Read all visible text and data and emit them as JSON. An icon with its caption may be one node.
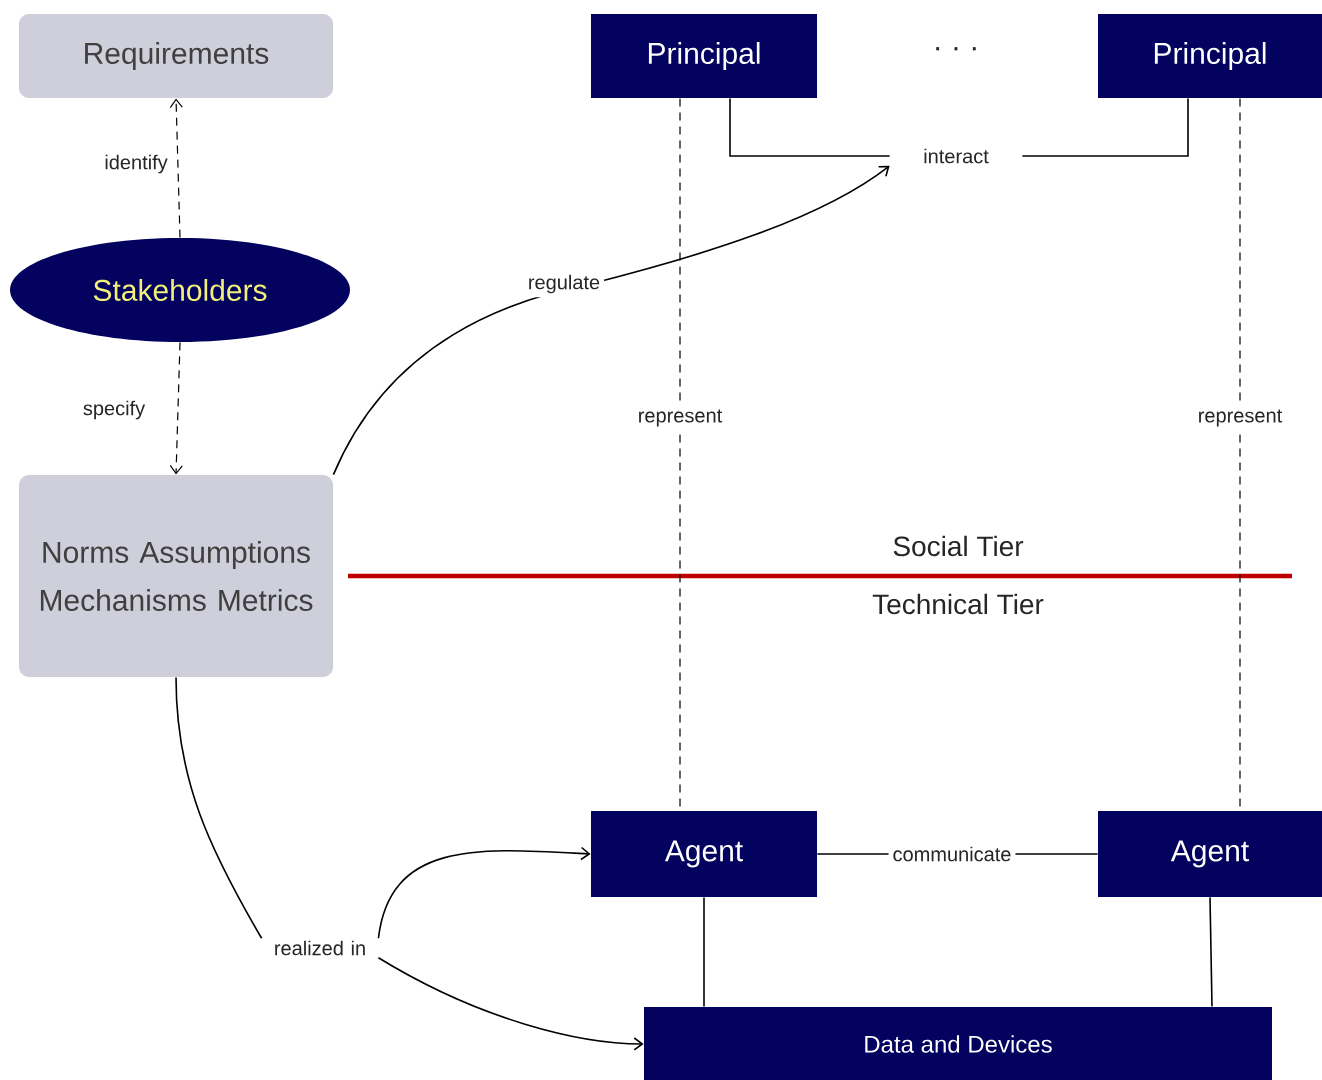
{
  "diagram": {
    "nodes": [
      {
        "text": [
          "Requirements"
        ]
      },
      {
        "text": [
          "Stakeholders"
        ]
      },
      {
        "text": [
          "Norms Assumptions Mechanisms Metrics"
        ]
      },
      {
        "text": [
          "Principal"
        ]
      },
      {
        "text": [
          "Principal"
        ]
      },
      {
        "text": [
          "interact"
        ]
      },
      {
        "text": [
          "Agent"
        ]
      },
      {
        "text": [
          "Agent"
        ]
      },
      {
        "text": [
          "Data and Devices"
        ]
      },
      {
        "text": [
          "realized in"
        ]
      }
    ],
    "edges": [
      {
        "from": 1,
        "to": 0,
        "arrow": "to",
        "style": "dashed",
        "label": "identify"
      },
      {
        "from": 1,
        "to": 2,
        "arrow": "to",
        "style": "dashed",
        "label": "specify"
      },
      {
        "from": 2,
        "to": 5,
        "arrow": "to",
        "label": "regulate"
      },
      {
        "from": 3,
        "to": 5,
        "arrow": "none"
      },
      {
        "from": 4,
        "to": 5,
        "arrow": "none"
      },
      {
        "from": 3,
        "to": 6,
        "arrow": "none",
        "style": "dashed",
        "label": "represent"
      },
      {
        "from": 4,
        "to": 7,
        "arrow": "none",
        "style": "dashed",
        "label": "represent"
      },
      {
        "from": 6,
        "to": 7,
        "arrow": "none",
        "label": "communicate"
      },
      {
        "from": 6,
        "to": 8,
        "arrow": "none"
      },
      {
        "from": 7,
        "to": 8,
        "arrow": "none"
      },
      {
        "from": 2,
        "to": 9,
        "arrow": "none"
      },
      {
        "from": 9,
        "to": 6,
        "arrow": "to"
      },
      {
        "from": 9,
        "to": 8,
        "arrow": "to"
      }
    ],
    "labels": [
      "· · ·",
      "Social Tier",
      "Technical Tier"
    ]
  }
}
